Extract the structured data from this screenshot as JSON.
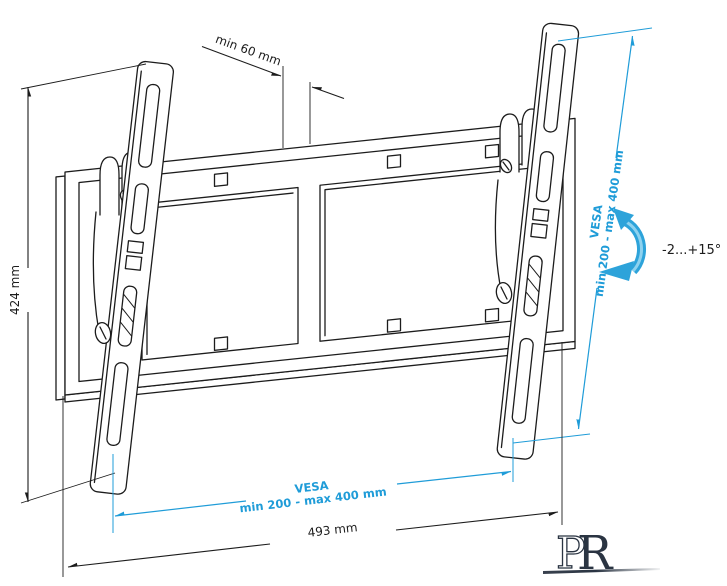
{
  "dimensions": {
    "depth_min": "min 60 mm",
    "height": "424 mm",
    "width": "493 mm",
    "tilt_range": "-2...+15°",
    "vesa_vertical": {
      "line1": "VESA",
      "line2": "min 200 - max 400 mm"
    },
    "vesa_horizontal": {
      "line1": "VESA",
      "line2": "min 200 - max 400 mm"
    }
  },
  "logo": {
    "letter_p": "P",
    "letter_r": "R"
  },
  "colors": {
    "dimension_accent": "#1f9cd8",
    "drawing_line": "#1c1c1c",
    "logo_navy": "#2a3442",
    "background": "#ffffff"
  }
}
